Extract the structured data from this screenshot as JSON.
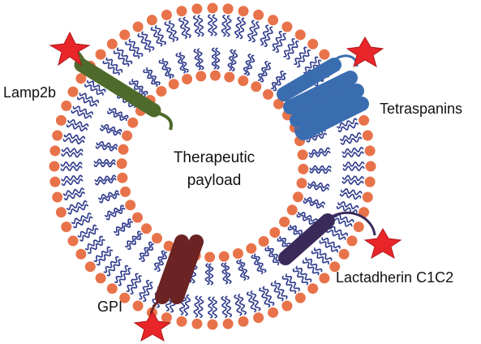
{
  "labels": {
    "lamp2b": "Lamp2b",
    "tetraspanins": "Tetraspanins",
    "payload_line1": "Therapeutic",
    "payload_line2": "payload",
    "lactadherin": "Lactadherin C1C2",
    "gpi": "GPI"
  },
  "colors": {
    "lipid_head": "#e8734a",
    "lipid_tail": "#2e3a8c",
    "lamp2b_protein": "#4f6b2c",
    "tetraspanin_protein": "#3a6db0",
    "lactadherin_protein": "#3a2a5a",
    "gpi_protein": "#6b2323",
    "star": "#e8262a"
  },
  "lipid_heads_per_ring": 64
}
